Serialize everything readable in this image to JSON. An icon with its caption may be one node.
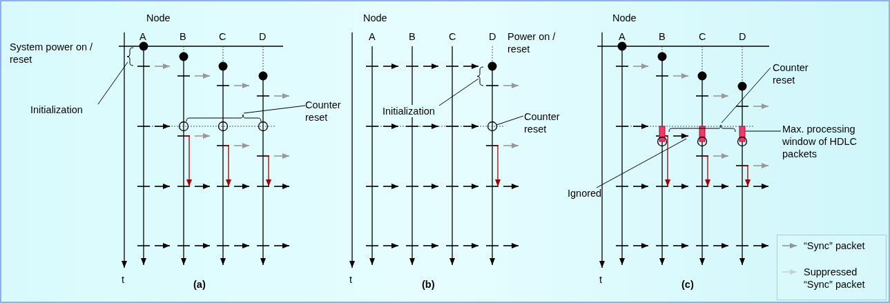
{
  "diagram": {
    "nodes": [
      {
        "text": [
          "Initialization"
        ]
      },
      {
        "text": [
          "Counter reset"
        ]
      },
      {
        "text": [
          "Initialization"
        ]
      },
      {
        "text": [
          "Counter reset"
        ]
      },
      {
        "text": [
          "Counter reset"
        ]
      },
      {
        "text": [
          "Max. processing window of HDLC packets"
        ]
      },
      {
        "text": [
          "Ignored"
        ]
      },
      {
        "text": [],
        "shape": "circle"
      },
      {
        "text": [],
        "shape": "circle"
      },
      {
        "text": [],
        "shape": "circle"
      },
      {
        "text": [],
        "shape": "circle"
      },
      {
        "text": [],
        "shape": "bar"
      },
      {
        "text": [],
        "shape": "circle"
      },
      {
        "text": [],
        "shape": "bar"
      },
      {
        "text": [],
        "shape": "circle"
      },
      {
        "text": [],
        "shape": "bar"
      },
      {
        "text": [],
        "shape": "circle"
      }
    ],
    "edges": [
      {
        "from": 0,
        "to": null,
        "arrow": "none"
      },
      {
        "from": 1,
        "to": null,
        "arrow": "none"
      },
      {
        "from": 2,
        "to": null,
        "arrow": "none"
      },
      {
        "from": 3,
        "to": 10,
        "arrow": "none"
      },
      {
        "from": 4,
        "to": null,
        "arrow": "none"
      },
      {
        "from": 5,
        "to": 15,
        "arrow": "none"
      },
      {
        "from": 6,
        "to": null,
        "arrow": "none"
      }
    ],
    "labels": [
      "Node",
      "A",
      "B",
      "C",
      "D",
      "System power on / reset",
      "t",
      "(a)",
      "Node",
      "A",
      "B",
      "C",
      "D",
      "Power on / reset",
      "t",
      "(b)",
      "Node",
      "A",
      "B",
      "C",
      "D",
      "t",
      "(c)"
    ],
    "legend": [
      {
        "text": "“Sync” packet"
      },
      {
        "text": "Suppressed “Sync” packet"
      }
    ]
  }
}
